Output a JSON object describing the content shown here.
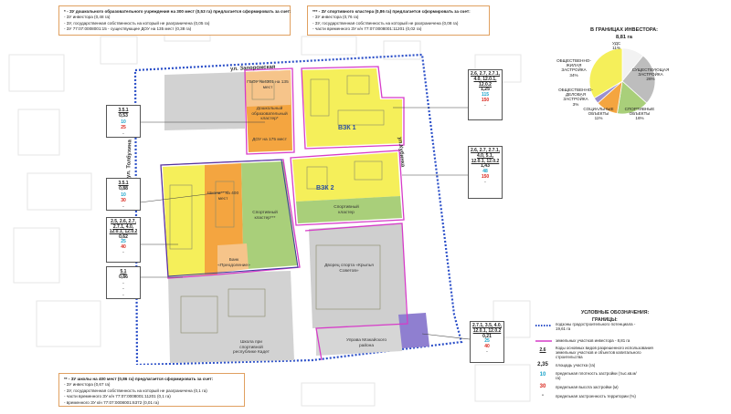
{
  "notes": {
    "preschool": {
      "header": "* - ЗУ дошкольного образовательного учреждения на 300 мест (0,53 га) предлагается сформировать за счет:",
      "lines": [
        "- ЗУ инвестора (0,48 га)",
        "- ЗУ, государственная собственность на который не разграничена (0,05 га)",
        "- ЗУ 77:07:0008001:15 - существующее ДОУ на 135 мест (0,38 га)"
      ]
    },
    "sport": {
      "header": "*** - ЗУ спортивного кластера (0,86 га) предлагается сформировать за счет:",
      "lines": [
        "- ЗУ инвестора (0,76 га)",
        "- ЗУ, государственная собственность на который не разграничена (0,08 га)",
        "- части временного ЗУ к/н 77:07:0008001:11201 (0,02 га)"
      ]
    },
    "school": {
      "header": "** - ЗУ школы на 400 мест (0,86 га) предлагается сформировать за счет:",
      "lines": [
        "- ЗУ инвестора (0,67 га)",
        "- ЗУ, государственная собственность на который не разграничена (0,1 га)",
        "- части временного ЗУ к/н 77:07:0008001:11201 (0,1 га)",
        "- временного ЗУ к/н 77:07:0008001:6372 (0,01 га)"
      ]
    }
  },
  "map": {
    "streets": {
      "north": "ул. Запорожская",
      "west": "ул. Толбухина",
      "east": "ул.Кубинка"
    },
    "zones": {
      "vzk1": "ВЗК 1",
      "vzk2": "ВЗК 2"
    },
    "labels": {
      "existing_dou": "ГБОУ №4301 на 135 мест",
      "preschool_cluster": "Дошкольный образовательный кластер*",
      "new_dou": "ДОУ на 175 мест",
      "school": "Школа** на 400 мест",
      "sport_cluster_west": "Спортивный кластер***",
      "sport_cluster_east": "Спортивный кластер",
      "bank": "Банк «Преодоление»",
      "palace": "Дворец спорта «Крылья Советов»",
      "sport_school": "Школа при спортивной республике Кадет",
      "admin": "Управа Можайского района"
    }
  },
  "callouts": [
    {
      "id": "c1",
      "code": "3.5.1",
      "area": "0,53",
      "density": "10",
      "height": "25",
      "percent": "-"
    },
    {
      "id": "c2",
      "code": "3.5.1",
      "area": "0,88",
      "density": "10",
      "height": "30",
      "percent": "-"
    },
    {
      "id": "c3",
      "code": "2.5, 2.6, 2.7, 2.7.1, 4.0, 12.0.1, 12.0.2",
      "area": "0,62",
      "density": "25",
      "height": "40",
      "percent": "-"
    },
    {
      "id": "c4",
      "code": "5.1",
      "area": "0,86",
      "density": "-",
      "height": "-",
      "percent": "-"
    },
    {
      "id": "c5",
      "code": "2.6, 2.7, 2.7.1, 4.0, 12.0.1, 12.0.2",
      "area": "1,25",
      "density": "115",
      "height": "150",
      "percent": "-"
    },
    {
      "id": "c6",
      "code": "2.6, 2.7, 2.7.1, 4.0, 5.1, 12.0.1, 12.0.2",
      "area": "1,43",
      "density": "48",
      "height": "150",
      "percent": "-"
    },
    {
      "id": "c7",
      "code": "2.7.1, 3.5, 4.0, 12.0.1, 12.0.2",
      "area": "0,21",
      "density": "25",
      "height": "40",
      "percent": "-"
    }
  ],
  "pie": {
    "title": "В ГРАНИЦАХ ИНВЕСТОРА:",
    "total": "8,81 га",
    "slices": [
      {
        "label": "УДС",
        "pct": "11%",
        "value": 11,
        "color": "#f2f2f2"
      },
      {
        "label": "СУЩЕСТВУЮЩАЯ ЗАСТРОЙКА",
        "pct": "26%",
        "value": 26,
        "color": "#bdbdbd"
      },
      {
        "label": "СПОРТИВНЫЕ ОБЪЕКТЫ",
        "pct": "16%",
        "value": 16,
        "color": "#a9cf7a"
      },
      {
        "label": "СОЦИАЛЬНЫЕ ОБЪЕКТЫ",
        "pct": "11%",
        "value": 11,
        "color": "#f4a540"
      },
      {
        "label": "ОБЩЕСТВЕННО-ДЕЛОВАЯ ЗАСТРОЙКА",
        "pct": "3%",
        "value": 3,
        "color": "#9b8fcf"
      },
      {
        "label": "ОБЩЕСТВЕННО-ЖИЛАЯ ЗАСТРОЙКА",
        "pct": "34%",
        "value": 34,
        "color": "#f5ef5a"
      }
    ]
  },
  "legend": {
    "title": "УСЛОВНЫЕ ОБОЗНАЧЕНИЯ:",
    "subtitle": "ГРАНИЦЫ:",
    "rows": [
      {
        "sym": "",
        "text": "подзоны градостроительного потенциала - 19,61 га"
      },
      {
        "sym": "",
        "text": "земельных участков инвестора - 8,81 га"
      },
      {
        "sym": "2.6",
        "text": "Коды основных видов разрешенного использования земельных участков и объектов капитального строительства"
      },
      {
        "sym": "2,35",
        "text": "площадь участка (га)"
      },
      {
        "sym": "10",
        "text": "предельная плотность застройки (тыс.кв.м/га)"
      },
      {
        "sym": "30",
        "text": "предельная высота застройки (м)"
      },
      {
        "sym": "-",
        "text": "предельная застроенность территории (%)"
      }
    ]
  },
  "colors": {
    "residential": "#f5ef5a",
    "social": "#f4a540",
    "sport": "#a9cf7a",
    "existing": "#cfcfcf",
    "business": "#8f7fd0",
    "investor_border": "#d63cc8",
    "potential_border": "#2b4fc8"
  }
}
